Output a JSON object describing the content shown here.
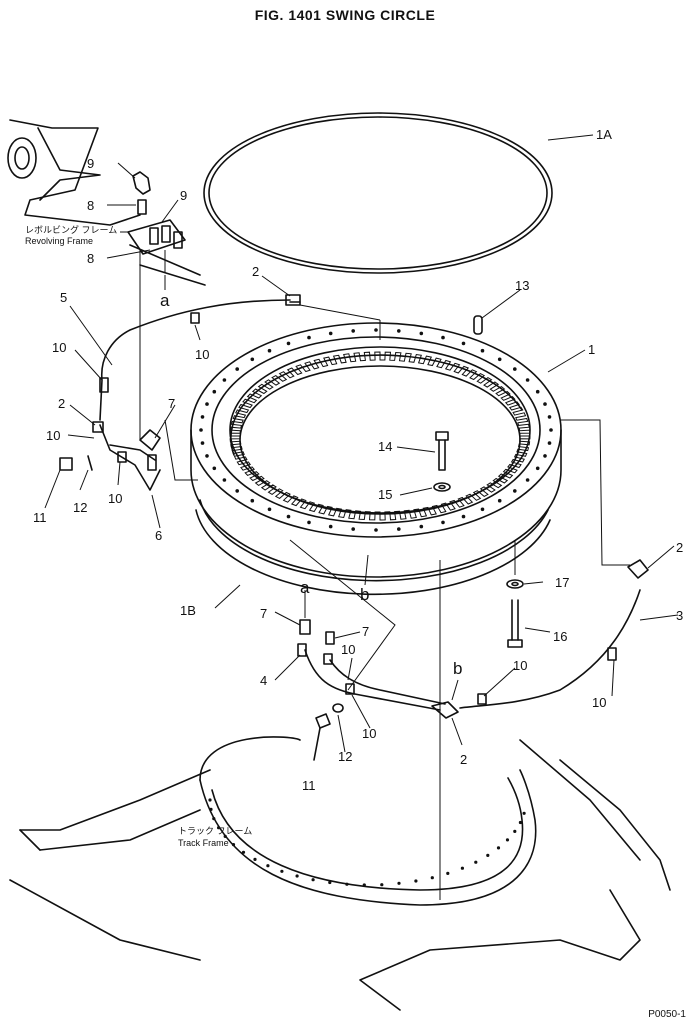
{
  "title": "FIG. 1401   SWING CIRCLE",
  "drawing_code": "P0050-1",
  "frame_labels": {
    "revolving_jp": "レボルビング フレーム",
    "revolving_en": "Revolving Frame",
    "track_jp": "トラック フレーム",
    "track_en": "Track Frame"
  },
  "ref_letters": {
    "a": "a",
    "b": "b"
  },
  "callouts": {
    "p1": "1",
    "p1A": "1A",
    "p1B": "1B",
    "p2": "2",
    "p3": "3",
    "p4": "4",
    "p5": "5",
    "p6": "6",
    "p7": "7",
    "p8": "8",
    "p9": "9",
    "p10": "10",
    "p11": "11",
    "p12": "12",
    "p13": "13",
    "p14": "14",
    "p15": "15",
    "p16": "16",
    "p17": "17"
  }
}
